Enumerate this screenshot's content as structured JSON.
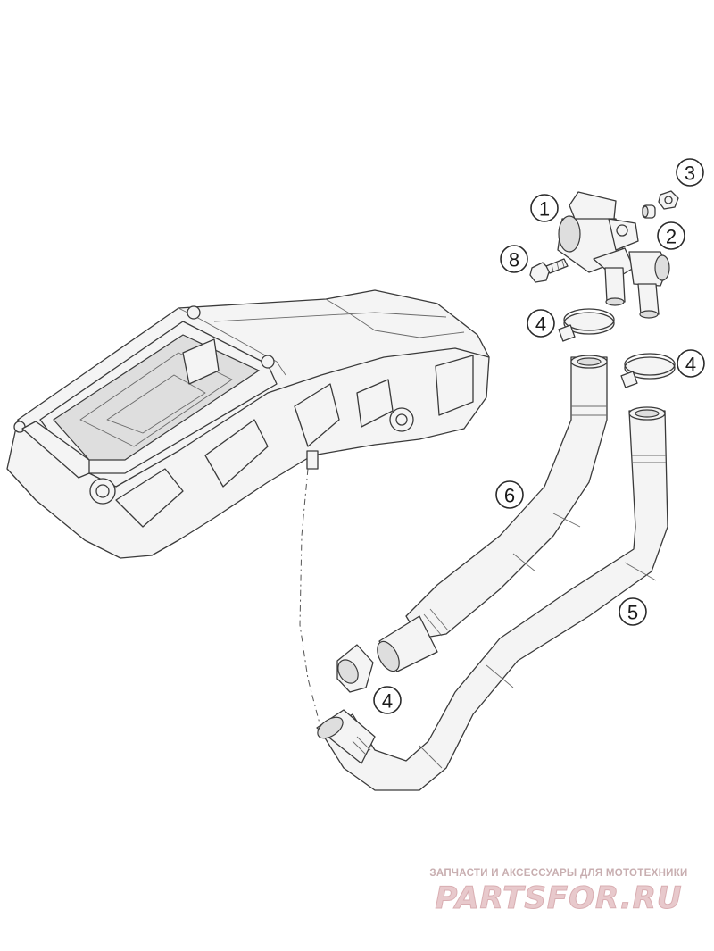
{
  "callouts": [
    {
      "id": "1",
      "text": "1"
    },
    {
      "id": "2",
      "text": "2"
    },
    {
      "id": "3",
      "text": "3"
    },
    {
      "id": "4a",
      "text": "4"
    },
    {
      "id": "4b",
      "text": "4"
    },
    {
      "id": "4c",
      "text": "4"
    },
    {
      "id": "5",
      "text": "5"
    },
    {
      "id": "6",
      "text": "6"
    },
    {
      "id": "8",
      "text": "8"
    }
  ],
  "watermark": {
    "tagline": "ЗАПЧАСТИ И АКСЕССУАРЫ ДЛЯ МОТОТЕХНИКИ",
    "brand": "PARTSFOR.RU"
  }
}
